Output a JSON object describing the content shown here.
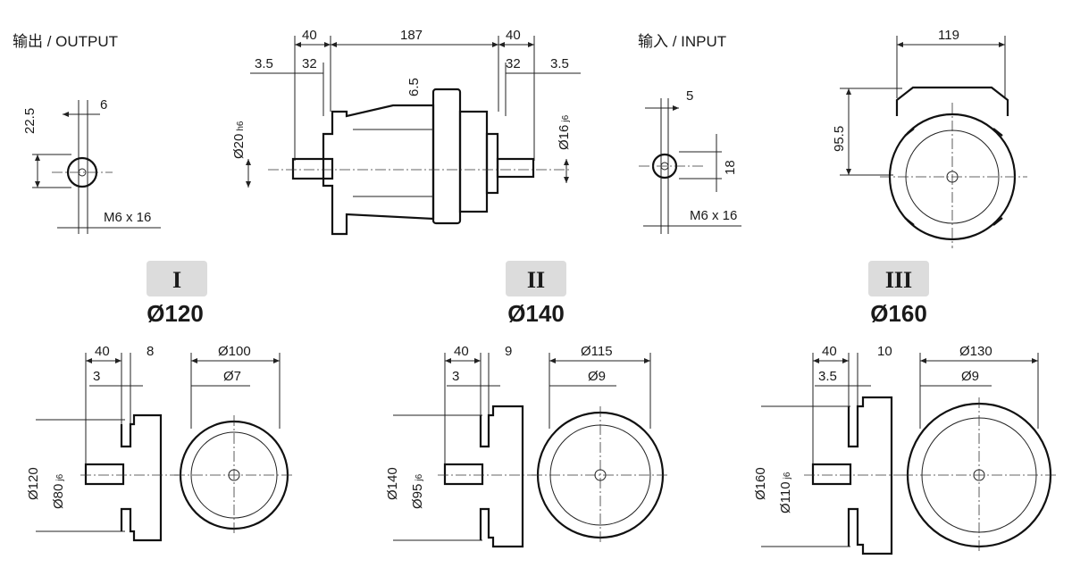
{
  "output": {
    "header": "输出 / OUTPUT",
    "dims": {
      "d1": "22.5",
      "d2": "6",
      "thread": "M6 x 16"
    }
  },
  "middle": {
    "dims": {
      "top_left": "40",
      "top_mid": "187",
      "top_right": "40",
      "l_35": "3.5",
      "l_32": "32",
      "r_32": "32",
      "r_35": "3.5",
      "d65": "6.5",
      "shaft_out": "Ø20",
      "shaft_out_tol": "h6",
      "shaft_in": "Ø16",
      "shaft_in_tol": "j6"
    }
  },
  "input": {
    "header": "输入 / INPUT",
    "dims": {
      "d1": "5",
      "d2": "18",
      "thread": "M6 x 16"
    }
  },
  "motor": {
    "dims": {
      "width": "119",
      "height": "95.5"
    }
  },
  "flanges": [
    {
      "roman": "I",
      "dia": "Ø120",
      "dims": {
        "a": "40",
        "b": "8",
        "c": "3",
        "outer": "Ø120",
        "spigot": "Ø80",
        "spigot_tol": "j6",
        "pcd": "Ø100",
        "hole": "Ø7"
      }
    },
    {
      "roman": "II",
      "dia": "Ø140",
      "dims": {
        "a": "40",
        "b": "9",
        "c": "3",
        "outer": "Ø140",
        "spigot": "Ø95",
        "spigot_tol": "j6",
        "pcd": "Ø115",
        "hole": "Ø9"
      }
    },
    {
      "roman": "III",
      "dia": "Ø160",
      "dims": {
        "a": "40",
        "b": "10",
        "c": "3.5",
        "outer": "Ø160",
        "spigot": "Ø110",
        "spigot_tol": "j6",
        "pcd": "Ø130",
        "hole": "Ø9"
      }
    }
  ]
}
